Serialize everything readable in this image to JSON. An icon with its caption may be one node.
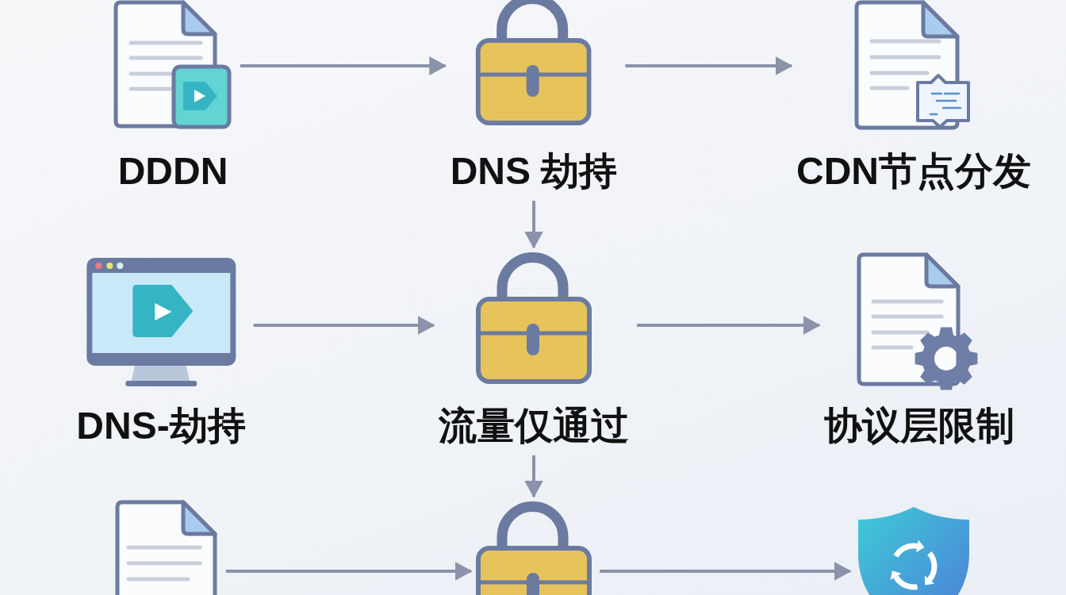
{
  "diagram": {
    "nodes": [
      {
        "text": [
          "DDDN"
        ]
      },
      {
        "text": [
          "DNS 劫持"
        ]
      },
      {
        "text": [
          "CDN节点分发"
        ]
      },
      {
        "text": [
          "DNS-劫持"
        ]
      },
      {
        "text": [
          "流量仅通过"
        ]
      },
      {
        "text": [
          "协议层限制"
        ]
      },
      {
        "text": [],
        "shape": "picture"
      },
      {
        "text": [],
        "shape": "picture"
      },
      {
        "text": [],
        "shape": "picture"
      }
    ],
    "edges": [
      {
        "from": 0,
        "to": 1,
        "arrow": "to"
      },
      {
        "from": 1,
        "to": 2,
        "arrow": "to"
      },
      {
        "from": 1,
        "to": 4,
        "arrow": "to"
      },
      {
        "from": 3,
        "to": 4,
        "arrow": "to"
      },
      {
        "from": 4,
        "to": 5,
        "arrow": "to"
      },
      {
        "from": 4,
        "to": 7,
        "arrow": "to"
      },
      {
        "from": 6,
        "to": 7,
        "arrow": "to"
      },
      {
        "from": 7,
        "to": 8,
        "arrow": "to"
      }
    ]
  }
}
